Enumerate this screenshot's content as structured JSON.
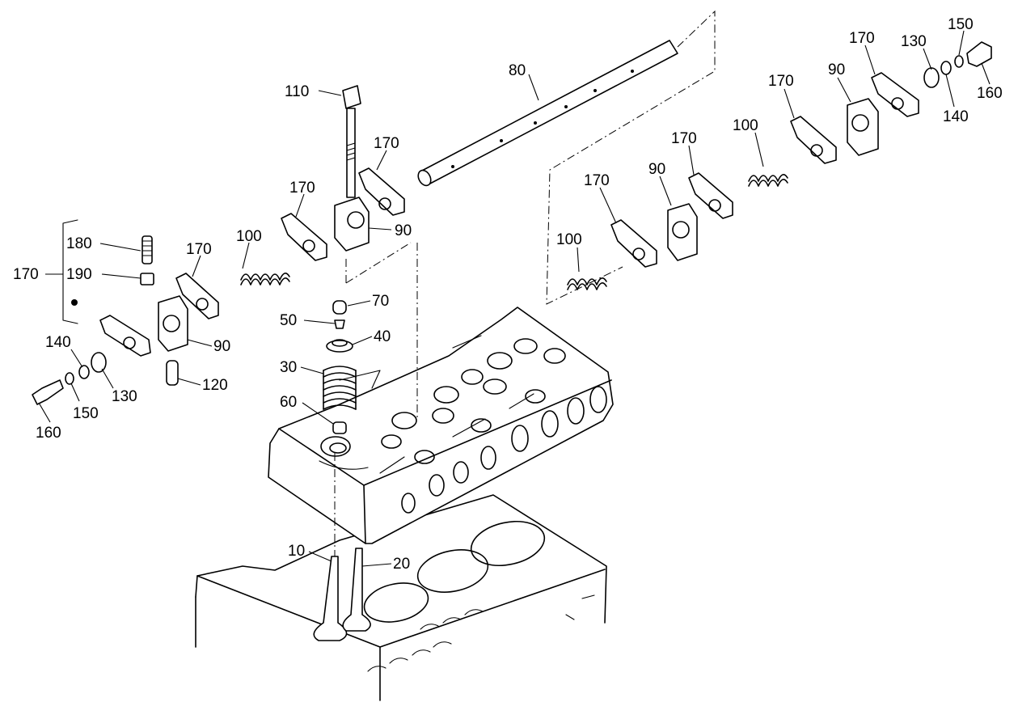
{
  "callouts": [
    {
      "id": "c80",
      "text": "80"
    },
    {
      "id": "c110",
      "text": "110"
    },
    {
      "id": "c170_a",
      "text": "170"
    },
    {
      "id": "c170_b",
      "text": "170"
    },
    {
      "id": "c170_c",
      "text": "170"
    },
    {
      "id": "c170_d",
      "text": "170"
    },
    {
      "id": "c170_e",
      "text": "170"
    },
    {
      "id": "c170_f",
      "text": "170"
    },
    {
      "id": "c170_g",
      "text": "170"
    },
    {
      "id": "c170_h",
      "text": "170"
    },
    {
      "id": "c90_a",
      "text": "90"
    },
    {
      "id": "c90_b",
      "text": "90"
    },
    {
      "id": "c90_c",
      "text": "90"
    },
    {
      "id": "c90_d",
      "text": "90"
    },
    {
      "id": "c100_a",
      "text": "100"
    },
    {
      "id": "c100_b",
      "text": "100"
    },
    {
      "id": "c100_c",
      "text": "100"
    },
    {
      "id": "c180",
      "text": "180"
    },
    {
      "id": "c190",
      "text": "190"
    },
    {
      "id": "c120",
      "text": "120"
    },
    {
      "id": "c140_a",
      "text": "140"
    },
    {
      "id": "c140_b",
      "text": "140"
    },
    {
      "id": "c150_a",
      "text": "150"
    },
    {
      "id": "c150_b",
      "text": "150"
    },
    {
      "id": "c130_a",
      "text": "130"
    },
    {
      "id": "c130_b",
      "text": "130"
    },
    {
      "id": "c160_a",
      "text": "160"
    },
    {
      "id": "c160_b",
      "text": "160"
    },
    {
      "id": "c70",
      "text": "70"
    },
    {
      "id": "c50",
      "text": "50"
    },
    {
      "id": "c40",
      "text": "40"
    },
    {
      "id": "c30",
      "text": "30"
    },
    {
      "id": "c60",
      "text": "60"
    },
    {
      "id": "c10",
      "text": "10"
    },
    {
      "id": "c20",
      "text": "20"
    }
  ]
}
